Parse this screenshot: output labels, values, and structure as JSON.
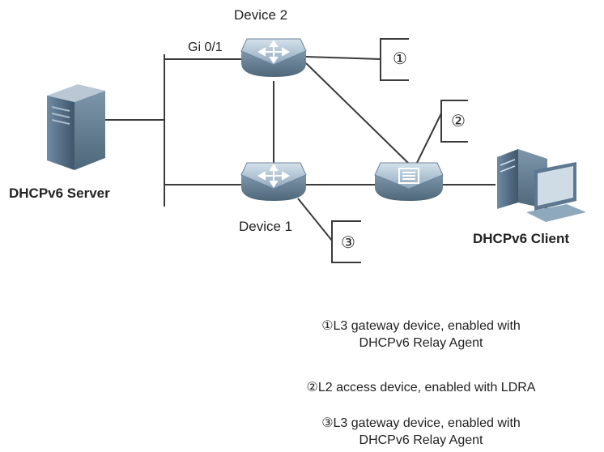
{
  "labels": {
    "device2": "Device 2",
    "device1": "Device 1",
    "port": "Gi 0/1",
    "server": "DHCPv6 Server",
    "client": "DHCPv6 Client"
  },
  "markers": {
    "m1": "①",
    "m2": "②",
    "m3": "③"
  },
  "legend": [
    {
      "line1": "①L3 gateway device, enabled with",
      "line2": "DHCPv6 Relay Agent"
    },
    {
      "line1": "②L2 access device, enabled with LDRA"
    },
    {
      "line1": "③L3 gateway device, enabled with",
      "line2": "DHCPv6 Relay Agent"
    }
  ],
  "colors": {
    "line": "#3a3a3a",
    "device_fill": "#9fb6c8",
    "device_dark": "#5d7890"
  }
}
